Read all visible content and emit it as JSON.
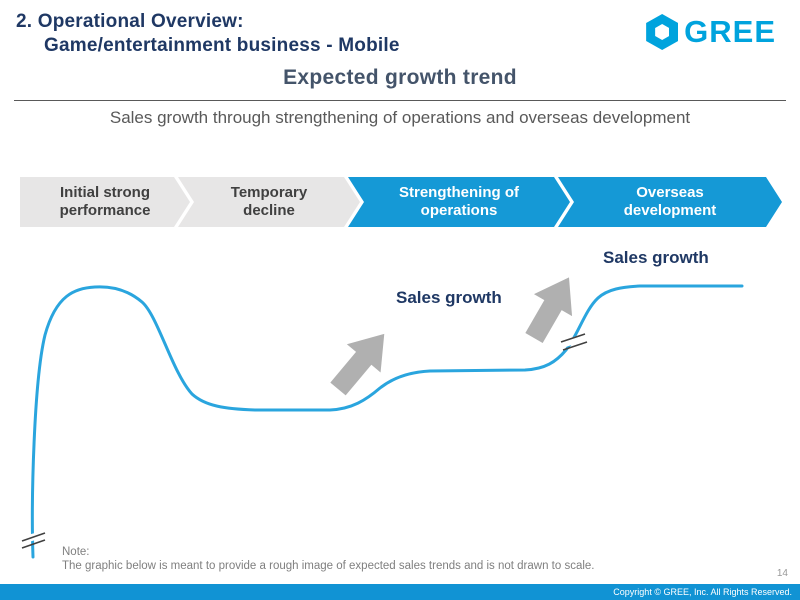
{
  "slide": {
    "title_line1": "2. Operational Overview:",
    "title_line2": "Game/entertainment business - Mobile",
    "heading": "Expected growth trend",
    "lead": "Sales growth through strengthening of operations and overseas development"
  },
  "logo": {
    "text": "GREE"
  },
  "process_steps": [
    {
      "label": "Initial strong performance",
      "style": "gray"
    },
    {
      "label": "Temporary decline",
      "style": "gray"
    },
    {
      "label": "Strengthening of operations",
      "style": "blue"
    },
    {
      "label": "Overseas development",
      "style": "blue"
    }
  ],
  "diagram": {
    "type": "conceptual-growth-curve",
    "stages": [
      "steep initial rise to peak",
      "decline to low plateau",
      "step up with strengthening of operations",
      "break then higher plateau with overseas development"
    ],
    "labels": {
      "sales_growth_1": "Sales growth",
      "sales_growth_2": "Sales growth"
    }
  },
  "note": {
    "label": "Note:",
    "text": "The graphic below is meant to provide a rough image of expected sales trends and is not drawn to scale."
  },
  "footer": {
    "copyright": "Copyright © GREE, Inc. All Rights Reserved."
  },
  "page_number": "14",
  "colors": {
    "brand_blue": "#00A3DD",
    "chevron_blue": "#1599D6",
    "chevron_gray": "#E7E6E6",
    "curve_blue": "#2AA5DE",
    "arrow_gray": "#B0B0B0",
    "title_navy": "#1F3864"
  }
}
